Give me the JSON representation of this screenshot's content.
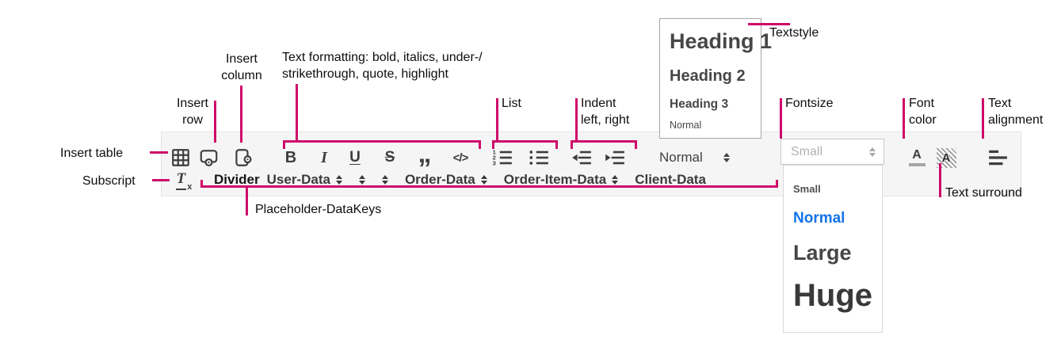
{
  "annotations": {
    "line_color": "#cf0a6a",
    "labels": {
      "insert_table": "Insert table",
      "insert_row": "Insert\nrow",
      "insert_column": "Insert\ncolumn",
      "text_formatting": "Text formatting: bold, italics, under-/\nstrikethrough, quote, highlight",
      "list": "List",
      "indent": "Indent\nleft, right",
      "textstyle": "Textstyle",
      "fontsize": "Fontsize",
      "font_color": "Font\ncolor",
      "text_alignment": "Text\nalignment",
      "text_surround": "Text surround",
      "subscript": "Subscript",
      "placeholder_datakeys": "Placeholder-DataKeys"
    }
  },
  "toolbar": {
    "icons": {
      "bold": "B",
      "italic": "I",
      "underline": "U",
      "strike": "S",
      "quote": "”",
      "code": "</>",
      "font_color_glyph": "A",
      "surround_glyph": "A",
      "subscript_t": "T",
      "subscript_x": "x"
    },
    "textstyle_value": "Normal",
    "fontsize_value": "Small",
    "datakeys": {
      "divider": "Divider",
      "user_data": "User-Data",
      "order_data": "Order-Data",
      "order_item_data": "Order-Item-Data",
      "client_data": "Client-Data"
    }
  },
  "textstyle_menu": {
    "heading1": "Heading 1",
    "heading2": "Heading 2",
    "heading3": "Heading 3",
    "normal": "Normal"
  },
  "fontsize_menu": {
    "small": "Small",
    "normal": "Normal",
    "large": "Large",
    "huge": "Huge",
    "active": "Normal",
    "active_color": "#1473e6"
  }
}
